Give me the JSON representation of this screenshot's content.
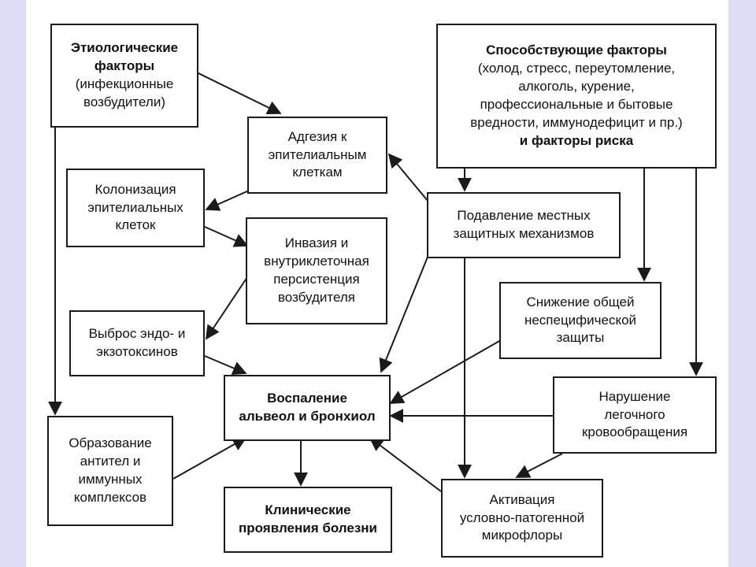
{
  "boxes": {
    "etio": {
      "l1": "Этиологические",
      "l2": "факторы",
      "l3": "(инфекционные",
      "l4": "возбудители)"
    },
    "contrib": {
      "l1": "Способствующие факторы",
      "l2": "(холод, стресс, переутомление,",
      "l3": "алкоголь, курение,",
      "l4": "профессиональные и бытовые",
      "l5": "вредности, иммунодефицит и пр.)",
      "l6": "и факторы риска"
    },
    "adhesion": {
      "l1": "Адгезия к",
      "l2": "эпителиальным",
      "l3": "клеткам"
    },
    "colonization": {
      "l1": "Колонизация",
      "l2": "эпителиальных",
      "l3": "клеток"
    },
    "suppression": {
      "l1": "Подавление местных",
      "l2": "защитных механизмов"
    },
    "invasion": {
      "l1": "Инвазия и",
      "l2": "внутриклеточная",
      "l3": "персистенция",
      "l4": "возбудителя"
    },
    "decrease": {
      "l1": "Снижение общей",
      "l2": "неспецифической",
      "l3": "защиты"
    },
    "toxins": {
      "l1": "Выброс эндо- и",
      "l2": "экзотоксинов"
    },
    "inflammation": {
      "l1": "Воспаление",
      "l2": "альвеол и бронхиол"
    },
    "circulation": {
      "l1": "Нарушение",
      "l2": "легочного",
      "l3": "кровообращения"
    },
    "antibodies": {
      "l1": "Образование",
      "l2": "антител и",
      "l3": "иммунных",
      "l4": "комплексов"
    },
    "clinical": {
      "l1": "Клинические",
      "l2": "проявления болезни"
    },
    "activation": {
      "l1": "Активация",
      "l2": "условно-патогенной",
      "l3": "микрофлоры"
    }
  }
}
